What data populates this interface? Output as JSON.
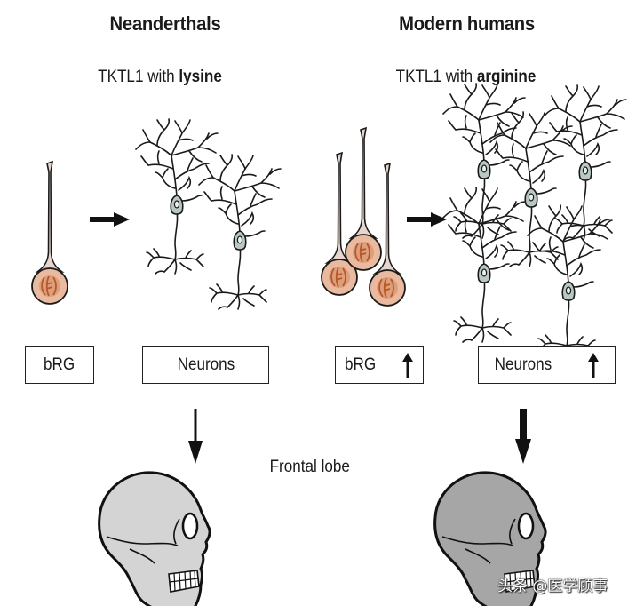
{
  "left_panel": {
    "title": "Neanderthals",
    "subtitle_prefix": "TKTL1 with ",
    "subtitle_amino": "lysine",
    "box_brg": "bRG",
    "box_neurons": "Neurons",
    "skull_color": "#d4d4d4"
  },
  "right_panel": {
    "title": "Modern humans",
    "subtitle_prefix": "TKTL1 with ",
    "subtitle_amino": "arginine",
    "box_brg": "bRG",
    "box_neurons": "Neurons",
    "skull_color": "#a6a6a6"
  },
  "center_label": "Frontal lobe",
  "watermark": "头条 @医学顾事",
  "colors": {
    "cell_body": "#e9b9a0",
    "cell_nucleus": "#c8703e",
    "neuron_soma": "#b9c9c2",
    "ink": "#1a1a1a"
  }
}
